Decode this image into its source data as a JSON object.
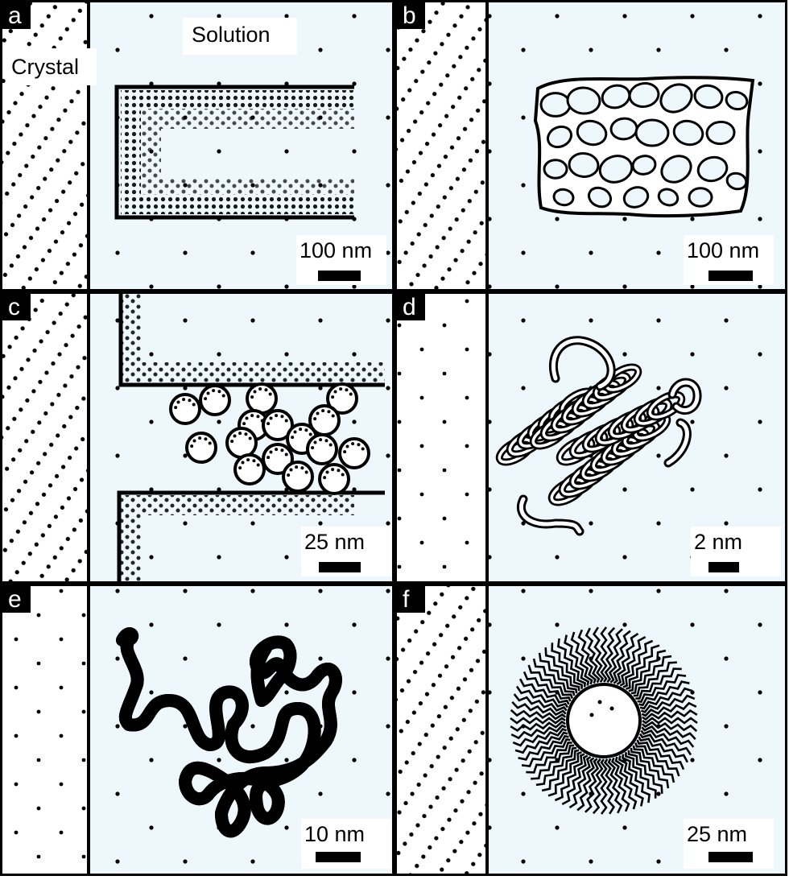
{
  "colors": {
    "solution_bg": "#eef7fc",
    "ink": "#000000",
    "paper": "#ffffff"
  },
  "labels": {
    "solution": "Solution",
    "crystal": "Crystal"
  },
  "panels": [
    {
      "letter": "a",
      "scale": "100 nm",
      "crystal": "hatched"
    },
    {
      "letter": "b",
      "scale": "100 nm",
      "crystal": "hatched"
    },
    {
      "letter": "c",
      "scale": "25 nm",
      "crystal": "hatched"
    },
    {
      "letter": "d",
      "scale": "2 nm",
      "crystal": "sparse"
    },
    {
      "letter": "e",
      "scale": "10 nm",
      "crystal": "sparse"
    },
    {
      "letter": "f",
      "scale": "25 nm",
      "crystal": "hatched"
    }
  ]
}
